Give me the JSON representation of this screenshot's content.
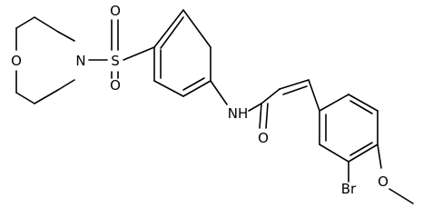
{
  "molecule": {
    "labels": {
      "morpholine_oxygen": "O",
      "morpholine_nitrogen": "N",
      "sulfonyl_sulfur": "S",
      "sulfonyl_oxygen_top": "O",
      "sulfonyl_oxygen_bottom": "O",
      "amide_nitrogen": "NH",
      "carbonyl_oxygen": "O",
      "bromine": "Br",
      "methoxy_oxygen": "O"
    }
  }
}
